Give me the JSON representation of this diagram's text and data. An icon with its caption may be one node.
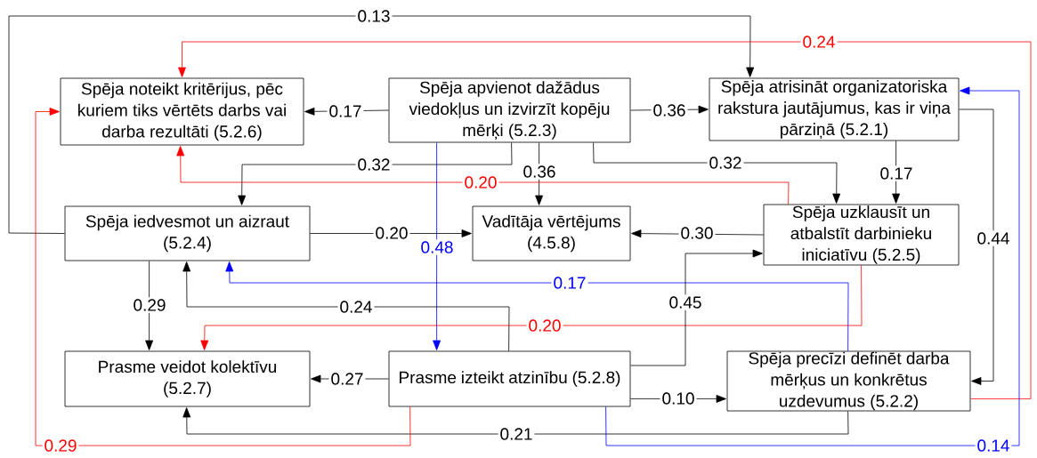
{
  "diagram": {
    "nodes": [
      {
        "text": [
          "Spēja noteikt kritērijus, pēc kuriem tiks vērtēts darbs vai darba rezultāti (5.2.6)"
        ]
      },
      {
        "text": [
          "Spēja apvienot dažādus viedokļus un izvirzīt kopēju mērķi (5.2.3)"
        ]
      },
      {
        "text": [
          "Spēja atrisināt organizatoriska rakstura jautājumus, kas ir viņa pārziņā (5.2.1)"
        ]
      },
      {
        "text": [
          "Spēja iedvesmot un aizraut (5.2.4)"
        ]
      },
      {
        "text": [
          "Vadītāja vērtējums (4.5.8)"
        ]
      },
      {
        "text": [
          "Spēja uzklausīt un atbalstīt darbinieku iniciatīvu (5.2.5)"
        ]
      },
      {
        "text": [
          "Prasme veidot kolektīvu (5.2.7)"
        ]
      },
      {
        "text": [
          "Prasme izteikt atzinību (5.2.8)"
        ]
      },
      {
        "text": [
          "Spēja precīzi definēt darba mērķus un konkrētus uzdevumus (5.2.2)"
        ]
      }
    ],
    "edges": [
      {
        "from": 3,
        "to": 2,
        "arrow": "to",
        "label": "0.13"
      },
      {
        "from": 8,
        "to": 0,
        "arrow": "to",
        "label": "0.24",
        "color": "#ff0000"
      },
      {
        "from": 1,
        "to": 0,
        "arrow": "to",
        "label": "0.17"
      },
      {
        "from": 1,
        "to": 2,
        "arrow": "to",
        "label": "0.36"
      },
      {
        "from": 1,
        "to": 3,
        "arrow": "to",
        "label": "0.32"
      },
      {
        "from": 1,
        "to": 4,
        "arrow": "to",
        "label": "0.36"
      },
      {
        "from": 1,
        "to": 5,
        "arrow": "to",
        "label": "0.32"
      },
      {
        "from": 5,
        "to": 0,
        "arrow": "to",
        "label": "0.20",
        "color": "#ff0000"
      },
      {
        "from": 2,
        "to": 5,
        "arrow": "to",
        "label": "0.17"
      },
      {
        "from": 2,
        "to": 8,
        "arrow": "to",
        "label": "0.44"
      },
      {
        "from": 3,
        "to": 4,
        "arrow": "to",
        "label": "0.20"
      },
      {
        "from": 1,
        "to": 7,
        "arrow": "to",
        "label": "0.48",
        "color": "#0000ff"
      },
      {
        "from": 5,
        "to": 4,
        "arrow": "to",
        "label": "0.30"
      },
      {
        "from": 8,
        "to": 3,
        "arrow": "to",
        "label": "0.17",
        "color": "#0000ff"
      },
      {
        "from": 3,
        "to": 6,
        "arrow": "to",
        "label": "0.29"
      },
      {
        "from": 7,
        "to": 3,
        "arrow": "to",
        "label": "0.24"
      },
      {
        "from": 5,
        "to": 6,
        "arrow": "to",
        "label": "0.20",
        "color": "#ff0000"
      },
      {
        "from": 7,
        "to": 5,
        "arrow": "to",
        "label": "0.45"
      },
      {
        "from": 7,
        "to": 6,
        "arrow": "to",
        "label": "0.27"
      },
      {
        "from": 7,
        "to": 8,
        "arrow": "to",
        "label": "0.10"
      },
      {
        "from": 8,
        "to": 6,
        "arrow": "to",
        "label": "0.21"
      },
      {
        "from": 7,
        "to": 0,
        "arrow": "to",
        "label": "0.29",
        "color": "#ff0000"
      },
      {
        "from": 7,
        "to": 2,
        "arrow": "to",
        "label": "0.14",
        "color": "#0000ff"
      }
    ]
  }
}
